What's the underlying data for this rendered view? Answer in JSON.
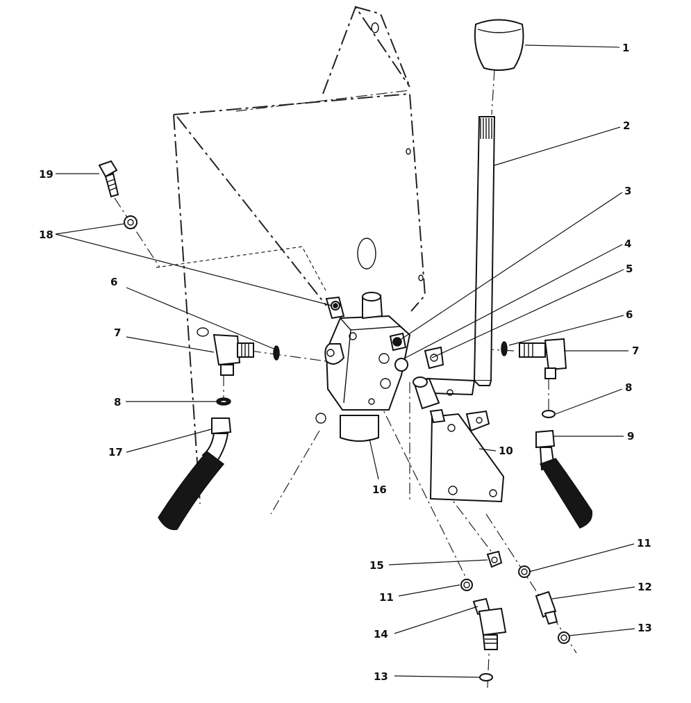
{
  "callouts": {
    "c1": "1",
    "c2": "2",
    "c3": "3",
    "c4": "4",
    "c5": "5",
    "c6_left": "6",
    "c6_right": "6",
    "c7_left": "7",
    "c7_right": "7",
    "c8_left": "8",
    "c8_right": "8",
    "c9": "9",
    "c10": "10",
    "c11_left": "11",
    "c11_right": "11",
    "c12": "12",
    "c13_right": "13",
    "c13_bottom": "13",
    "c14": "14",
    "c15": "15",
    "c16": "16",
    "c17": "17",
    "c18": "18",
    "c19": "19"
  }
}
